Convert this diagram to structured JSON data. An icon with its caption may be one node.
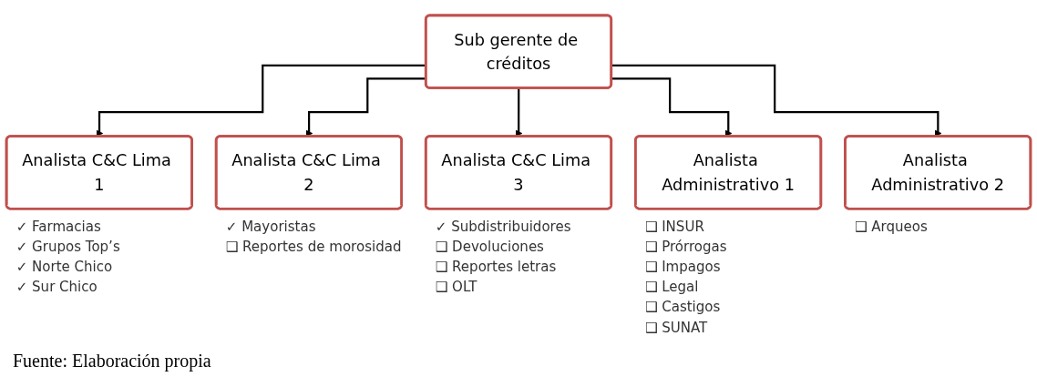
{
  "diagram": {
    "caption": "Fuente: Elaboración propia",
    "nodes": [
      {
        "text": [
          "Sub gerente de créditos"
        ]
      },
      {
        "text": [
          "Analista C&C Lima 1"
        ],
        "beside": [
          "✓ Farmacias",
          "✓ Grupos Top’s",
          "✓ Norte Chico",
          "✓ Sur Chico"
        ]
      },
      {
        "text": [
          "Analista C&C Lima 2"
        ],
        "beside": [
          "✓ Mayoristas",
          "❑ Reportes de morosidad"
        ]
      },
      {
        "text": [
          "Analista C&C Lima 3"
        ],
        "beside": [
          "✓ Subdistribuidores",
          "❑ Devoluciones",
          "❑ Reportes letras",
          "❑ OLT"
        ]
      },
      {
        "text": [
          "Analista Administrativo 1"
        ],
        "beside": [
          "❑ INSUR",
          "❑ Prórrogas",
          "❑ Impagos",
          "❑ Legal",
          "❑ Castigos",
          "❑ SUNAT"
        ]
      },
      {
        "text": [
          "Analista Administrativo 2"
        ],
        "beside": [
          "❑ Arqueos"
        ]
      }
    ],
    "edges": [
      {
        "from": 0,
        "to": 1,
        "arrow": "to"
      },
      {
        "from": 0,
        "to": 2,
        "arrow": "to"
      },
      {
        "from": 0,
        "to": 3,
        "arrow": "to"
      },
      {
        "from": 0,
        "to": 4,
        "arrow": "to"
      },
      {
        "from": 0,
        "to": 5,
        "arrow": "to"
      }
    ]
  }
}
